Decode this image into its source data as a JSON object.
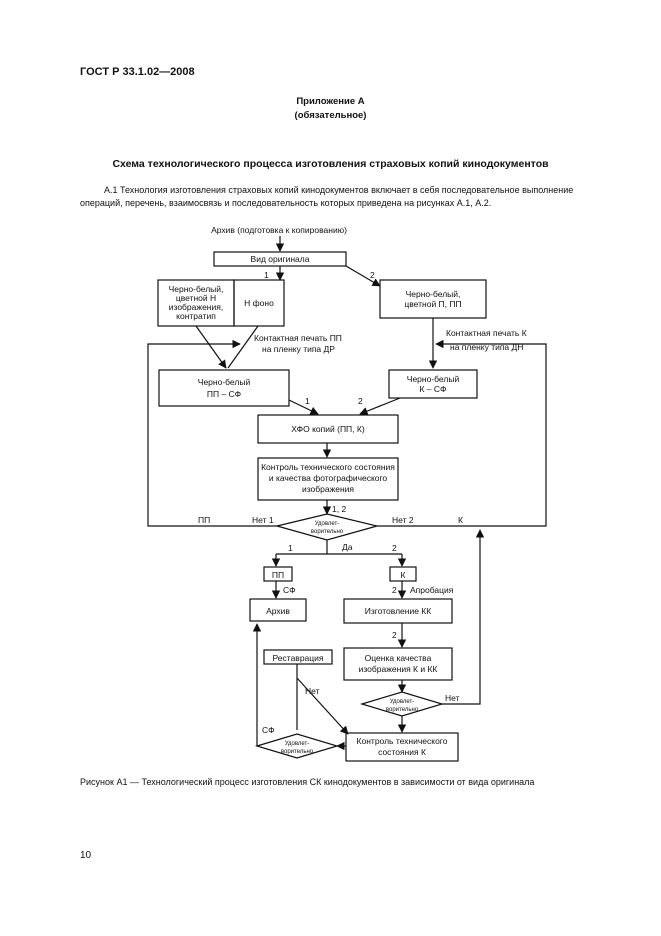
{
  "header": {
    "doc_code": "ГОСТ Р 33.1.02—2008"
  },
  "appendix": {
    "title": "Приложение А",
    "type": "(обязательное)"
  },
  "section_title": "Схема технологического процесса изготовления страховых копий кинодокументов",
  "paragraph": "А.1 Технология изготовления страховых копий кинодокументов включает в себя последовательное выполнение операций, перечень, взаимосвязь и последовательность которых приведена на рисунках А.1, А.2.",
  "diagram": {
    "archive_prep": "Архив (подготовка к копированию)",
    "original_type": "Вид оригинала",
    "bw_color_1": "Черно-белый,",
    "bw_color_2": "цветной Н",
    "bw_color_3": "изображения,",
    "bw_color_4": "контратип",
    "n_phono": "Н фоно",
    "bw_p_pp_1": "Черно-белый,",
    "bw_p_pp_2": "цветной П, ПП",
    "contact_pp_1": "Контактная печать ПП",
    "contact_pp_2": "на пленку типа ДР",
    "contact_k_1": "Контактная печать К",
    "contact_k_2": "на пленку типа ДН",
    "bw_pp_sf_1": "Черно-белый",
    "bw_pp_sf_2": "ПП – СФ",
    "bw_k_sf_1": "Черно-белый",
    "bw_k_sf_2": "К – СФ",
    "hfo": "ХФО копий (ПП, К)",
    "control_1": "Контроль технического состояния",
    "control_2": "и качества фотографического",
    "control_3": "изображения",
    "satisf_1": "Удовлет-",
    "satisf_2": "ворительно",
    "label_1": "1",
    "label_2": "2",
    "label_12": "1, 2",
    "yes": "Да",
    "no": "Нет",
    "no1": "Нет 1",
    "no2": "Нет 2",
    "pp": "ПП",
    "k": "К",
    "sf": "СФ",
    "archive": "Архив",
    "approbation": "Апробация",
    "make_kk": "Изготовление КК",
    "assess_1": "Оценка качества",
    "assess_2": "изображения К и КК",
    "restoration": "Реставрация",
    "tech_control_1": "Контроль технического",
    "tech_control_2": "состояния К"
  },
  "caption": "Рисунок А1 — Технологический процесс изготовления СК кинодокументов в зависимости от вида оригинала",
  "page_number": "10"
}
